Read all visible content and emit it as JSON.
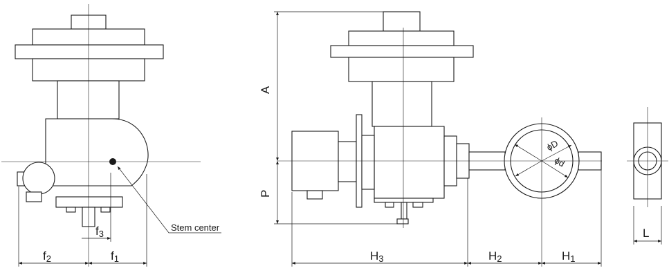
{
  "note": {
    "stem_center": "Stem center"
  },
  "dimensions": {
    "f1": {
      "base": "f",
      "sub": "1"
    },
    "f2": {
      "base": "f",
      "sub": "2"
    },
    "f3": {
      "base": "f",
      "sub": "3"
    },
    "A": "A",
    "P": "P",
    "H1": {
      "base": "H",
      "sub": "1"
    },
    "H2": {
      "base": "H",
      "sub": "2"
    },
    "H3": {
      "base": "H",
      "sub": "3"
    },
    "L": "L",
    "phiD": "ϕD",
    "phiD_small": "ϕd"
  },
  "colors": {
    "line": "#1a1a1a",
    "background": "#ffffff"
  }
}
